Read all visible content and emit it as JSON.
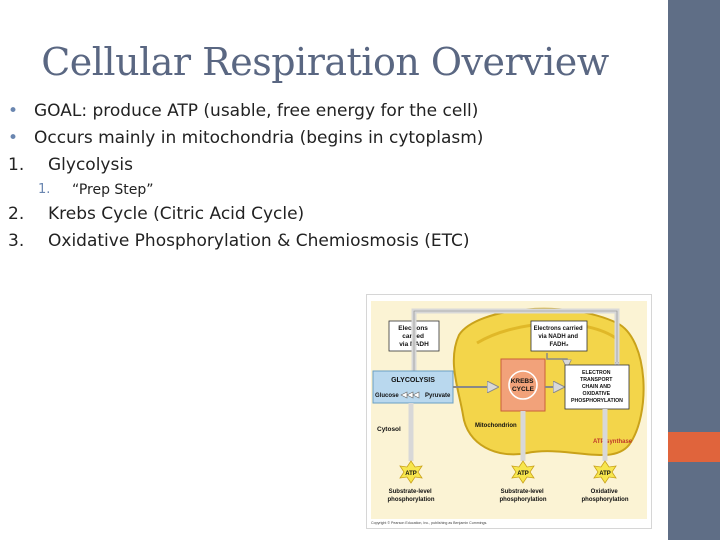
{
  "slide": {
    "title": "Cellular Respiration Overview",
    "bullets": [
      {
        "marker": "•",
        "text": "GOAL: produce ATP (usable, free energy for the cell)"
      },
      {
        "marker": "•",
        "text": "Occurs mainly in mitochondria (begins in cytoplasm)"
      },
      {
        "marker": "1.",
        "text": "Glycolysis"
      },
      {
        "marker": "1.",
        "text": "“Prep Step”"
      },
      {
        "marker": "2.",
        "text": "Krebs Cycle (Citric Acid Cycle)"
      },
      {
        "marker": "3.",
        "text": "Oxidative Phosphorylation & Chemiosmosis (ETC)"
      }
    ]
  },
  "diagram": {
    "electrons_nadh": [
      "Electrons",
      "carried",
      "via NADH"
    ],
    "electrons_nadh_fadh2": [
      "Electrons carried",
      "via NADH and",
      "FADH₂"
    ],
    "glycolysis": "GLYCOLYSIS",
    "glucose": "Glucose",
    "pyruvate": "Pyruvate",
    "krebs": [
      "KREBS",
      "CYCLE"
    ],
    "etc": [
      "ELECTRON",
      "TRANSPORT",
      "CHAIN AND",
      "OXIDATIVE",
      "PHOSPHORYLATION"
    ],
    "cytosol": "Cytosol",
    "mitochondrion": "Mitochondrion",
    "atp_synthase": "ATP synthase",
    "atp": "ATP",
    "substrate_level_1": [
      "Substrate-level",
      "phosphorylation"
    ],
    "substrate_level_2": [
      "Substrate-level",
      "phosphorylation"
    ],
    "oxidative": [
      "Oxidative",
      "phosphorylation"
    ],
    "copyright": "Copyright © Pearson Education, Inc., publishing as Benjamin Cummings."
  },
  "colors": {
    "sidebar": "#5f6e86",
    "accent": "#e0643c",
    "title": "#5a6782",
    "mitochondrion": "#f3d54a",
    "krebs_box": "#f2a27a",
    "glycolysis_box": "#b9d8ee"
  }
}
